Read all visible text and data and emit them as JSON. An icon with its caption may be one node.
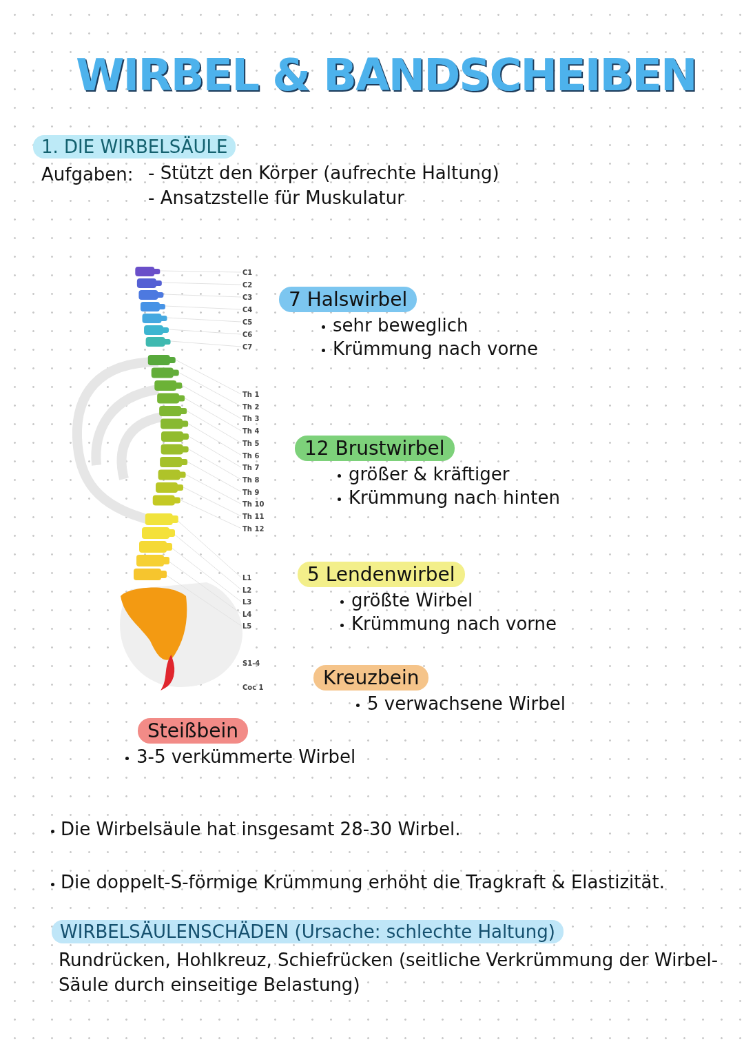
{
  "diagram": {
    "title": "WIRBEL & BANDSCHEIBEN",
    "nodes": [
      {
        "text": [
          "7 Halswirbel",
          "sehr beweglich",
          "Krümmung nach vorne"
        ]
      },
      {
        "text": [
          "12 Brustwirbel",
          "größer & kräftiger",
          "Krümmung nach hinten"
        ]
      },
      {
        "text": [
          "5 Lendenwirbel",
          "größte Wirbel",
          "Krümmung nach vorne"
        ]
      },
      {
        "text": [
          "Kreuzbein",
          "5 verwachsene Wirbel"
        ]
      },
      {
        "text": [
          "Steißbein",
          "3-5 verkümmerte Wirbel"
        ]
      }
    ],
    "edges": [],
    "labels": [
      "1. DIE WIRBELSÄULE",
      "Aufgaben:",
      "- Stützt den Körper (aufrechte Haltung)",
      "- Ansatzstelle für Muskulatur",
      "C1",
      "C2",
      "C3",
      "C4",
      "C5",
      "C6",
      "C7",
      "Th 1",
      "Th 2",
      "Th 3",
      "Th 4",
      "Th 5",
      "Th 6",
      "Th 7",
      "Th 8",
      "Th 9",
      "Th 10",
      "Th 11",
      "Th 12",
      "L1",
      "L2",
      "L3",
      "L4",
      "L5",
      "S1-4",
      "Coc 1",
      "Die Wirbelsäule hat insgesamt 28-30 Wirbel.",
      "Die doppelt-S-förmige Krümmung erhöht die Tragkraft & Elastizität.",
      "WIRBELSÄULENSCHÄDEN (Ursache: schlechte Haltung)",
      "Rundrücken, Hohlkreuz, Schiefrücken (seitliche Verkrümmung der Wirbel- Säule durch einseitige Belastung)"
    ]
  }
}
